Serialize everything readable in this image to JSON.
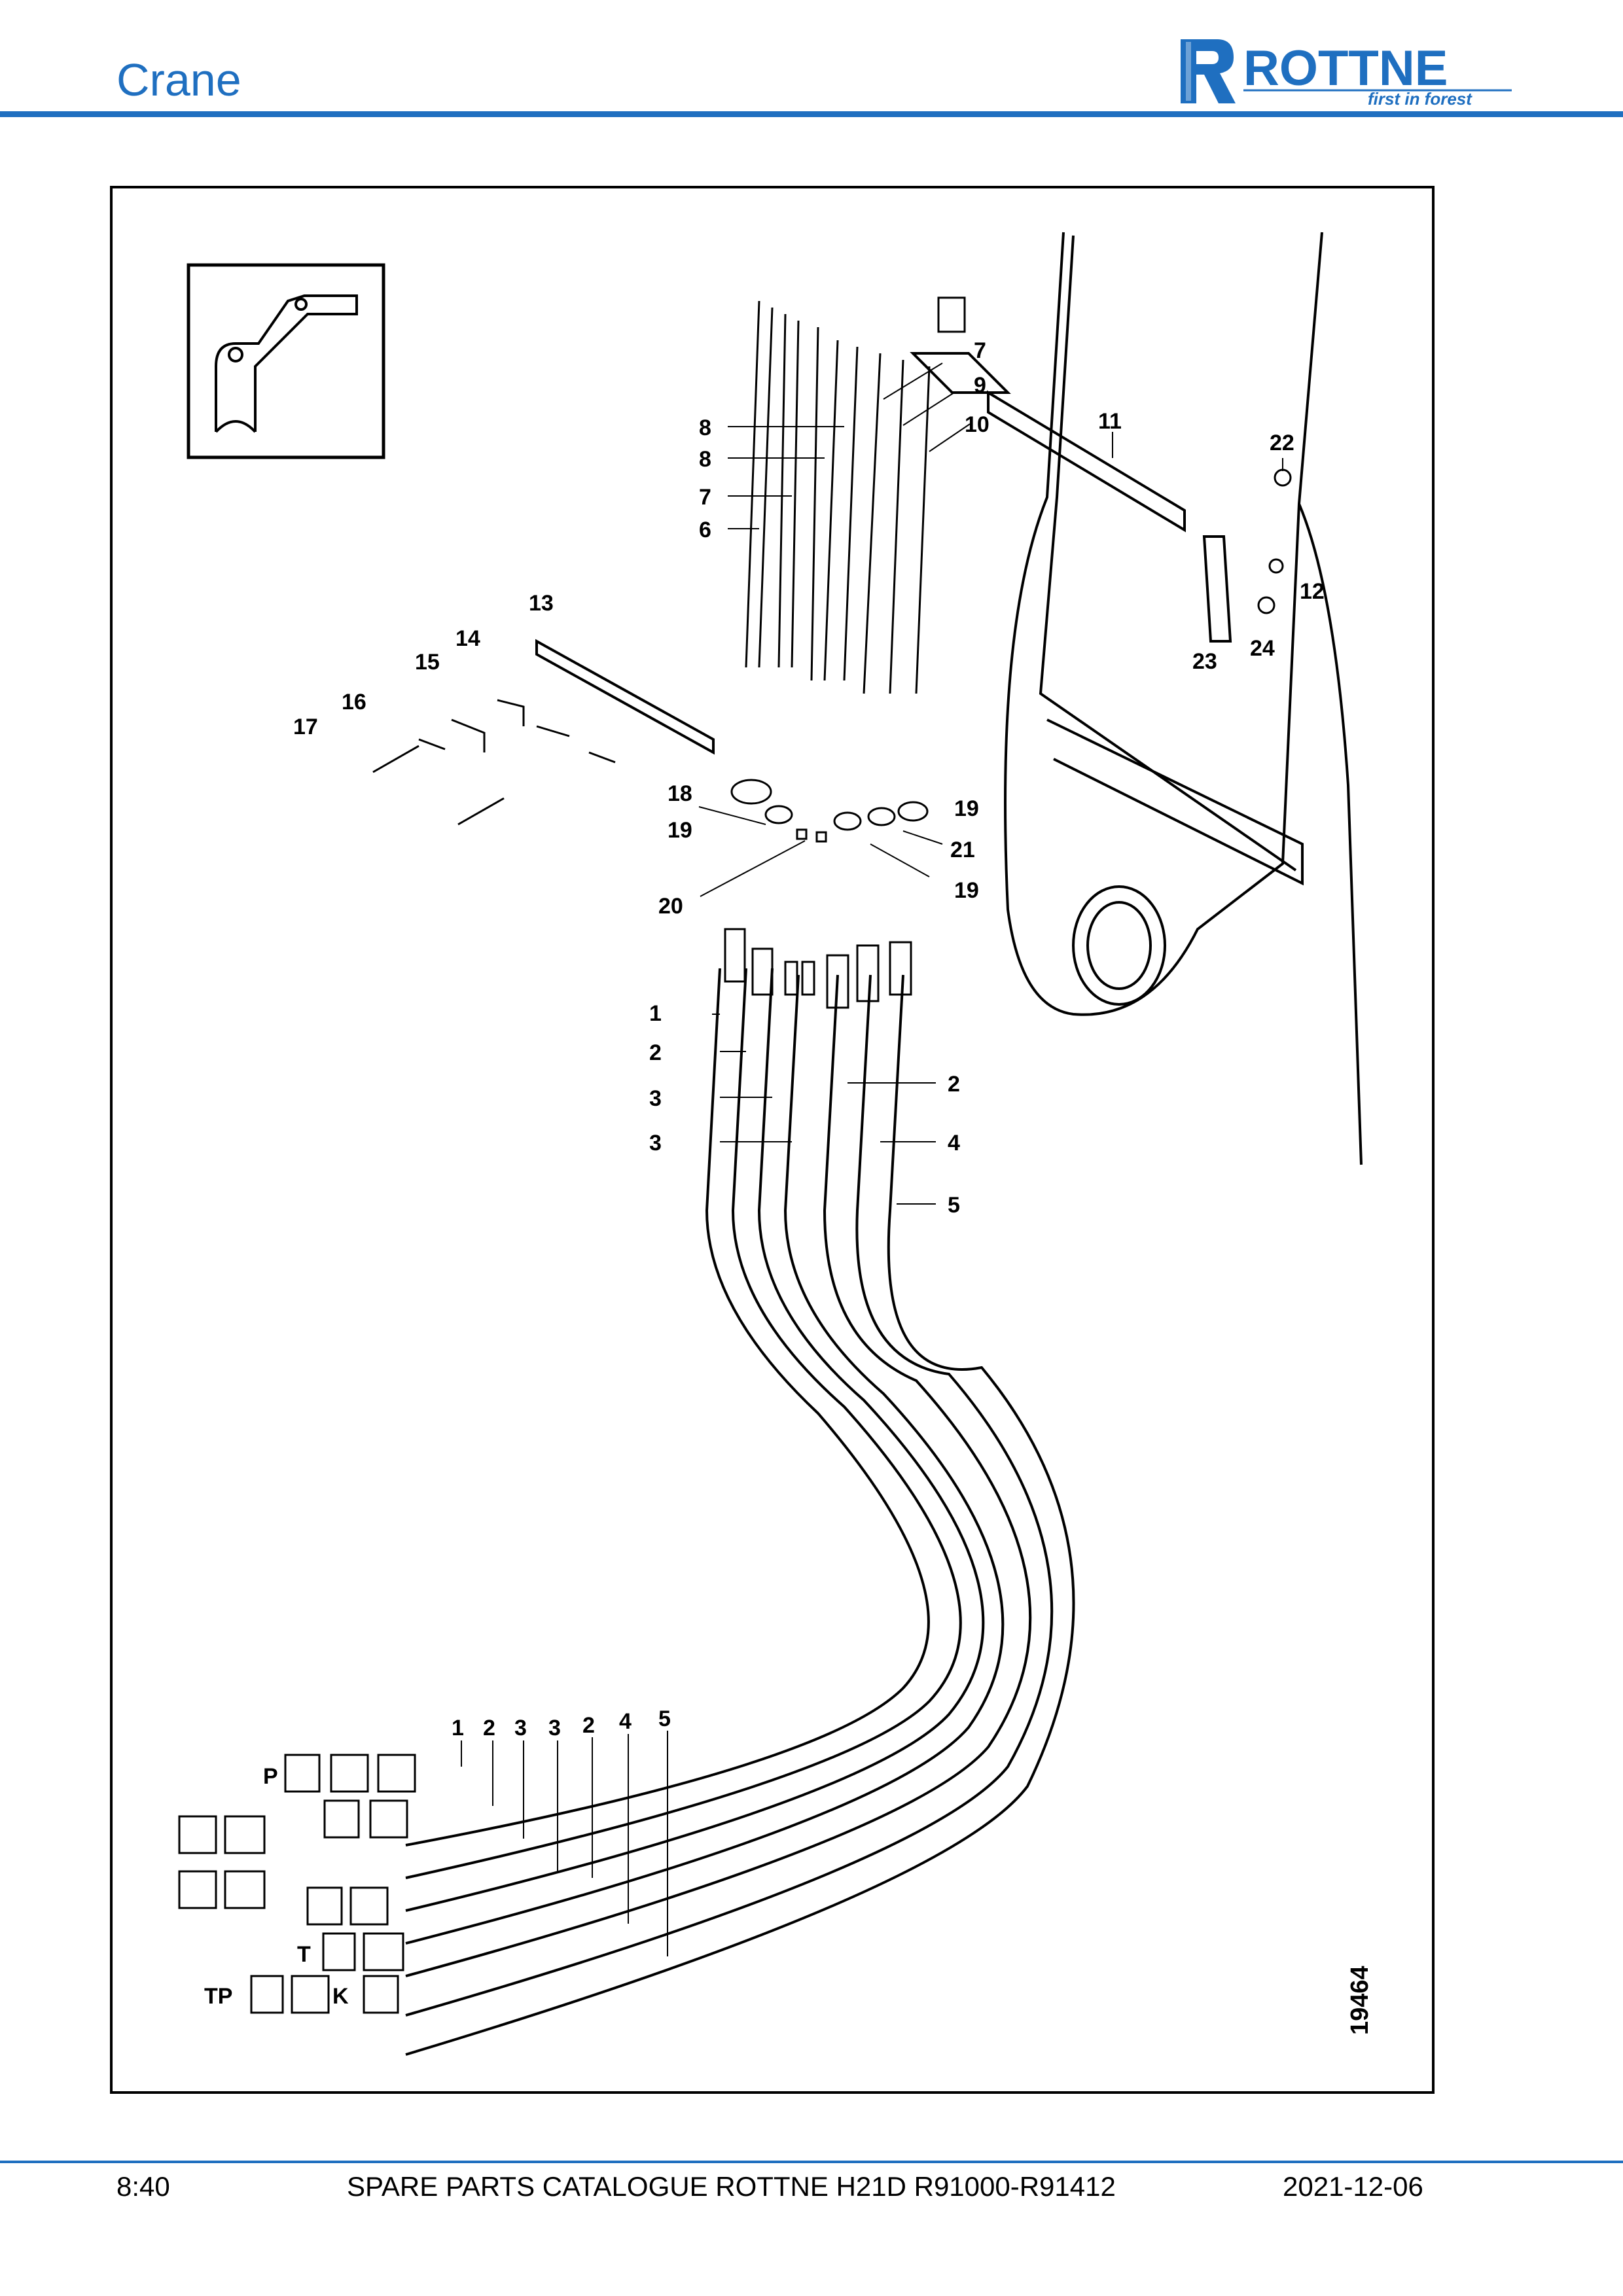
{
  "header": {
    "section_title": "Crane",
    "brand": "ROTTNE",
    "tagline": "first in forest",
    "brand_color": "#1f6fc0"
  },
  "figure": {
    "drawing_number": "19464",
    "callouts": [
      "1",
      "2",
      "3",
      "4",
      "5",
      "6",
      "7",
      "8",
      "9",
      "10",
      "11",
      "12",
      "13",
      "14",
      "15",
      "16",
      "17",
      "18",
      "19",
      "20",
      "21",
      "22",
      "23",
      "24"
    ],
    "port_labels": [
      "P",
      "T",
      "TP",
      "K"
    ]
  },
  "footer": {
    "page": "8:40",
    "document": "SPARE PARTS CATALOGUE ROTTNE H21D R91000-R91412",
    "date": "2021-12-06"
  }
}
